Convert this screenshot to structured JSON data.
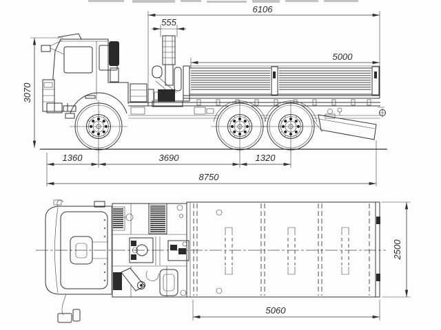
{
  "colors": {
    "line": "#333333",
    "text": "#2b2b2b",
    "background": "#fdfdfd"
  },
  "side": {
    "dims": [
      {
        "id": "top-length",
        "value": "6106"
      },
      {
        "id": "crane-width",
        "value": "555"
      },
      {
        "id": "platform-length",
        "value": "5000"
      },
      {
        "id": "overall-height",
        "value": "3070"
      },
      {
        "id": "front-overhang",
        "value": "1360"
      },
      {
        "id": "wheelbase",
        "value": "3690"
      },
      {
        "id": "rear-axle-spread",
        "value": "1320"
      },
      {
        "id": "overall-length",
        "value": "8750"
      }
    ]
  },
  "plan": {
    "dims": [
      {
        "id": "platform-length-plan",
        "value": "5060"
      },
      {
        "id": "overall-width",
        "value": "2500"
      }
    ]
  }
}
